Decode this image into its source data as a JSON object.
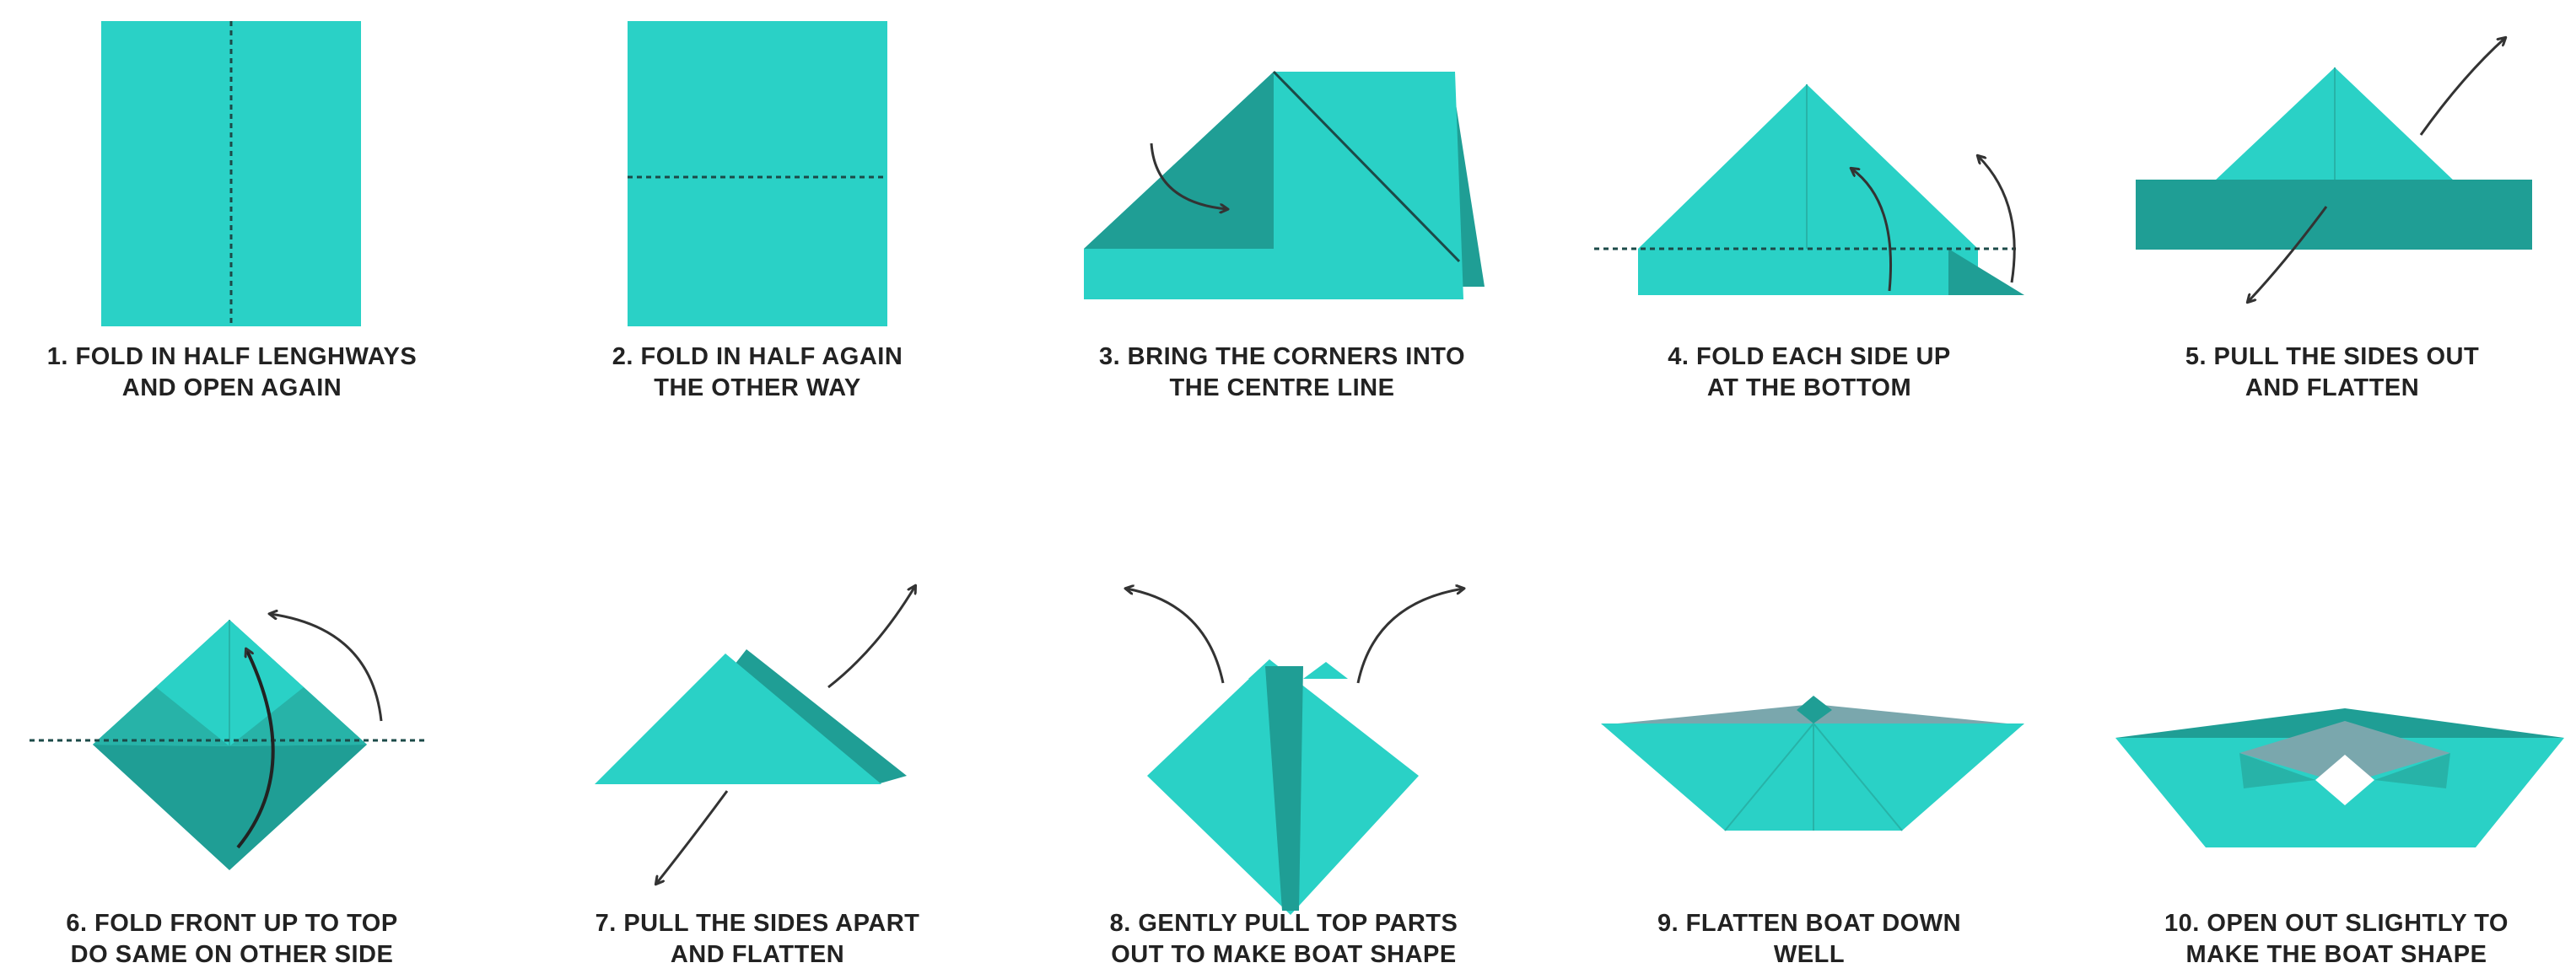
{
  "colors": {
    "paper_light": "#2ad1c6",
    "paper_mid": "#27b3a8",
    "paper_dark": "#1f9e95",
    "shadow_grey": "#7aa7ad",
    "ink": "#222222",
    "background": "#ffffff"
  },
  "steps": [
    {
      "number": 1,
      "line1": "1. FOLD IN HALF LENGHWAYS",
      "line2": "AND OPEN AGAIN"
    },
    {
      "number": 2,
      "line1": "2. FOLD IN HALF AGAIN",
      "line2": "THE OTHER WAY"
    },
    {
      "number": 3,
      "line1": "3. BRING THE CORNERS INTO",
      "line2": "THE CENTRE LINE"
    },
    {
      "number": 4,
      "line1": "4. FOLD EACH SIDE UP",
      "line2": "AT THE BOTTOM"
    },
    {
      "number": 5,
      "line1": "5. PULL THE SIDES OUT",
      "line2": "AND FLATTEN"
    },
    {
      "number": 6,
      "line1": "6. FOLD FRONT UP TO TOP",
      "line2": "DO SAME ON OTHER SIDE"
    },
    {
      "number": 7,
      "line1": "7. PULL THE SIDES APART",
      "line2": "AND FLATTEN"
    },
    {
      "number": 8,
      "line1": "8. GENTLY PULL TOP PARTS",
      "line2": "OUT TO MAKE BOAT SHAPE"
    },
    {
      "number": 9,
      "line1": "9. FLATTEN BOAT DOWN",
      "line2": "WELL"
    },
    {
      "number": 10,
      "line1": "10. OPEN OUT SLIGHTLY TO",
      "line2": "MAKE THE BOAT SHAPE"
    }
  ]
}
